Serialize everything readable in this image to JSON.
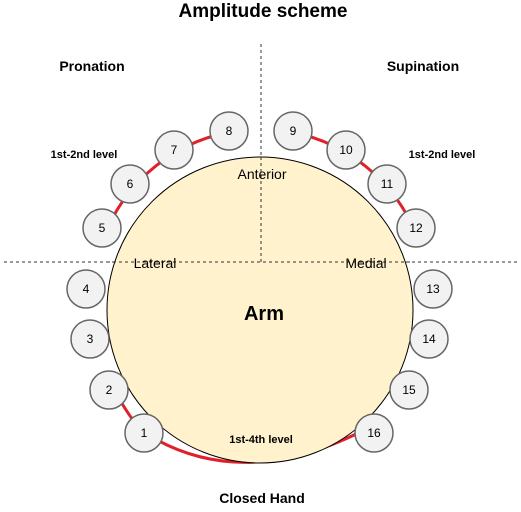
{
  "title": "Amplitude scheme",
  "corners": {
    "top_left": "Pronation",
    "top_right": "Supination"
  },
  "levels": {
    "left": "1st-2nd level",
    "right": "1st-2nd level",
    "bottom": "1st-4th level"
  },
  "center_label": "Arm",
  "bottom_label": "Closed Hand",
  "directions": {
    "top": "Anterior",
    "left": "Lateral",
    "right": "Medial"
  },
  "points": [
    "1",
    "2",
    "3",
    "4",
    "5",
    "6",
    "7",
    "8",
    "9",
    "10",
    "11",
    "12",
    "13",
    "14",
    "15",
    "16"
  ],
  "colors": {
    "arm_fill": "#fff2cc",
    "arc": "#e0202b",
    "node_fill": "#f2f2f2",
    "node_stroke": "#666666",
    "outline": "#000000"
  }
}
